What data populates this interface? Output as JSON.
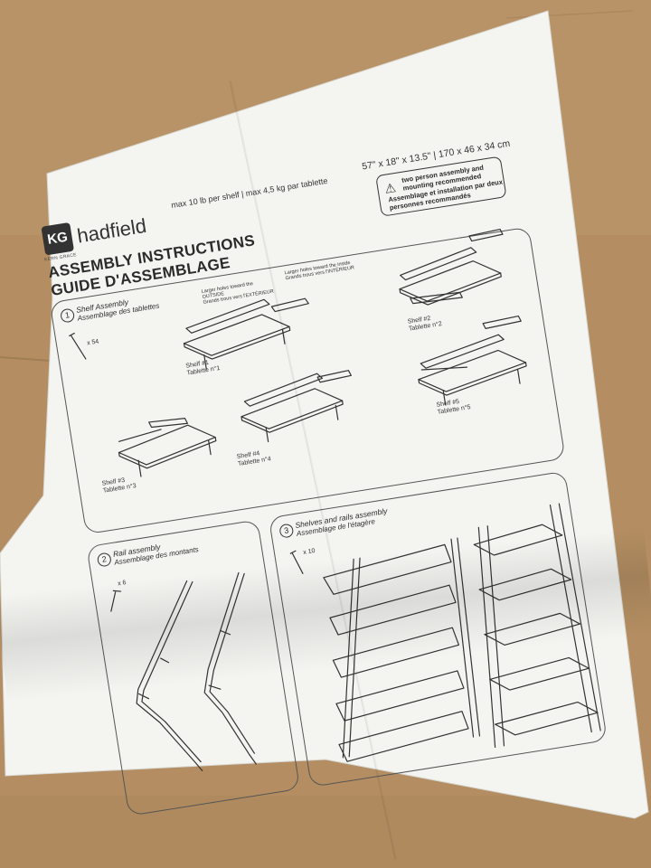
{
  "brand": {
    "logo_letters": "KG",
    "logo_sub": "KERN GRACE",
    "name": "hadfield"
  },
  "specs": {
    "weight": "max 10 lb per shelf | max 4,5 kg par tablette",
    "dimensions": "57\" x 18\" x 13.5\" | 170 x 46 x 34 cm"
  },
  "warning": {
    "icon": "warning-triangle-icon",
    "line_en": "two person assembly and mounting recommended",
    "line_fr": "Assemblage et installation par deux personnes recommandés"
  },
  "title": {
    "en": "ASSEMBLY INSTRUCTIONS",
    "fr": "GUIDE D'ASSEMBLAGE"
  },
  "sections": [
    {
      "number": "1",
      "title_en": "Shelf Assembly",
      "title_fr": "Assemblage des tablettes"
    },
    {
      "number": "2",
      "title_en": "Rail assembly",
      "title_fr": "Assemblage des montants"
    },
    {
      "number": "3",
      "title_en": "Shelves and rails assembly",
      "title_fr": "Assemblage de l'étagère"
    }
  ],
  "parts": {
    "screw_qty_1": "x 54",
    "screw_qty_2": "x 6",
    "screw_qty_3": "x 10"
  },
  "shelves": [
    {
      "en": "Shelf #1",
      "fr": "Tablette n°1"
    },
    {
      "en": "Shelf #2",
      "fr": "Tablette n°2"
    },
    {
      "en": "Shelf #3",
      "fr": "Tablette n°3"
    },
    {
      "en": "Shelf #4",
      "fr": "Tablette n°4"
    },
    {
      "en": "Shelf #5",
      "fr": "Tablette n°5"
    }
  ],
  "hints": {
    "a_en": "Larger holes toward the OUTSIDE",
    "a_fr": "Grands trous vers l'EXTÉRIEUR",
    "b_en": "Larger holes toward the inside",
    "b_fr": "Grands trous vers l'INTÉRIEUR"
  },
  "colors": {
    "cardboard": "#b48e62",
    "paper": "#f4f4f1",
    "ink": "#2b2b2b"
  }
}
